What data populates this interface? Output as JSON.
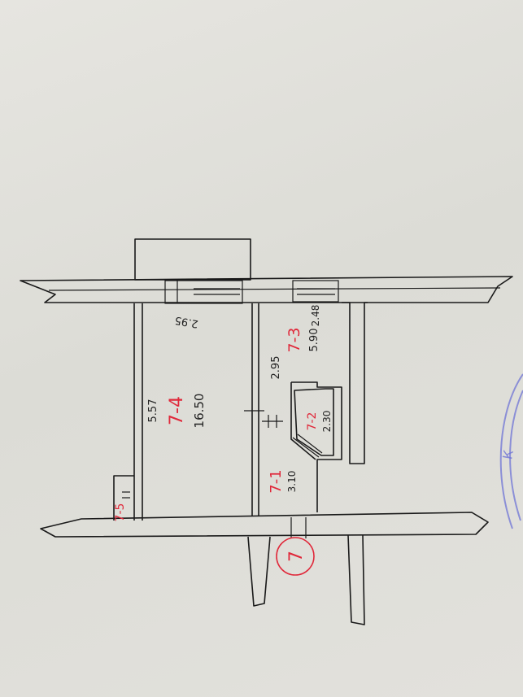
{
  "plan": {
    "apartment_no": "7",
    "rooms": [
      {
        "id": "7-1",
        "area": "3.10"
      },
      {
        "id": "7-2",
        "area": "2.30"
      },
      {
        "id": "7-3",
        "area": "5.90",
        "width": "2.48",
        "length": "2.95"
      },
      {
        "id": "7-4",
        "area": "16.50",
        "length": "5.57",
        "width": "2.95"
      },
      {
        "id": "7-5"
      }
    ],
    "stamp_text": "К"
  },
  "colors": {
    "ink": "#1a1a1a",
    "red_ink": "#e0283a",
    "stamp": "#6f74d6"
  }
}
